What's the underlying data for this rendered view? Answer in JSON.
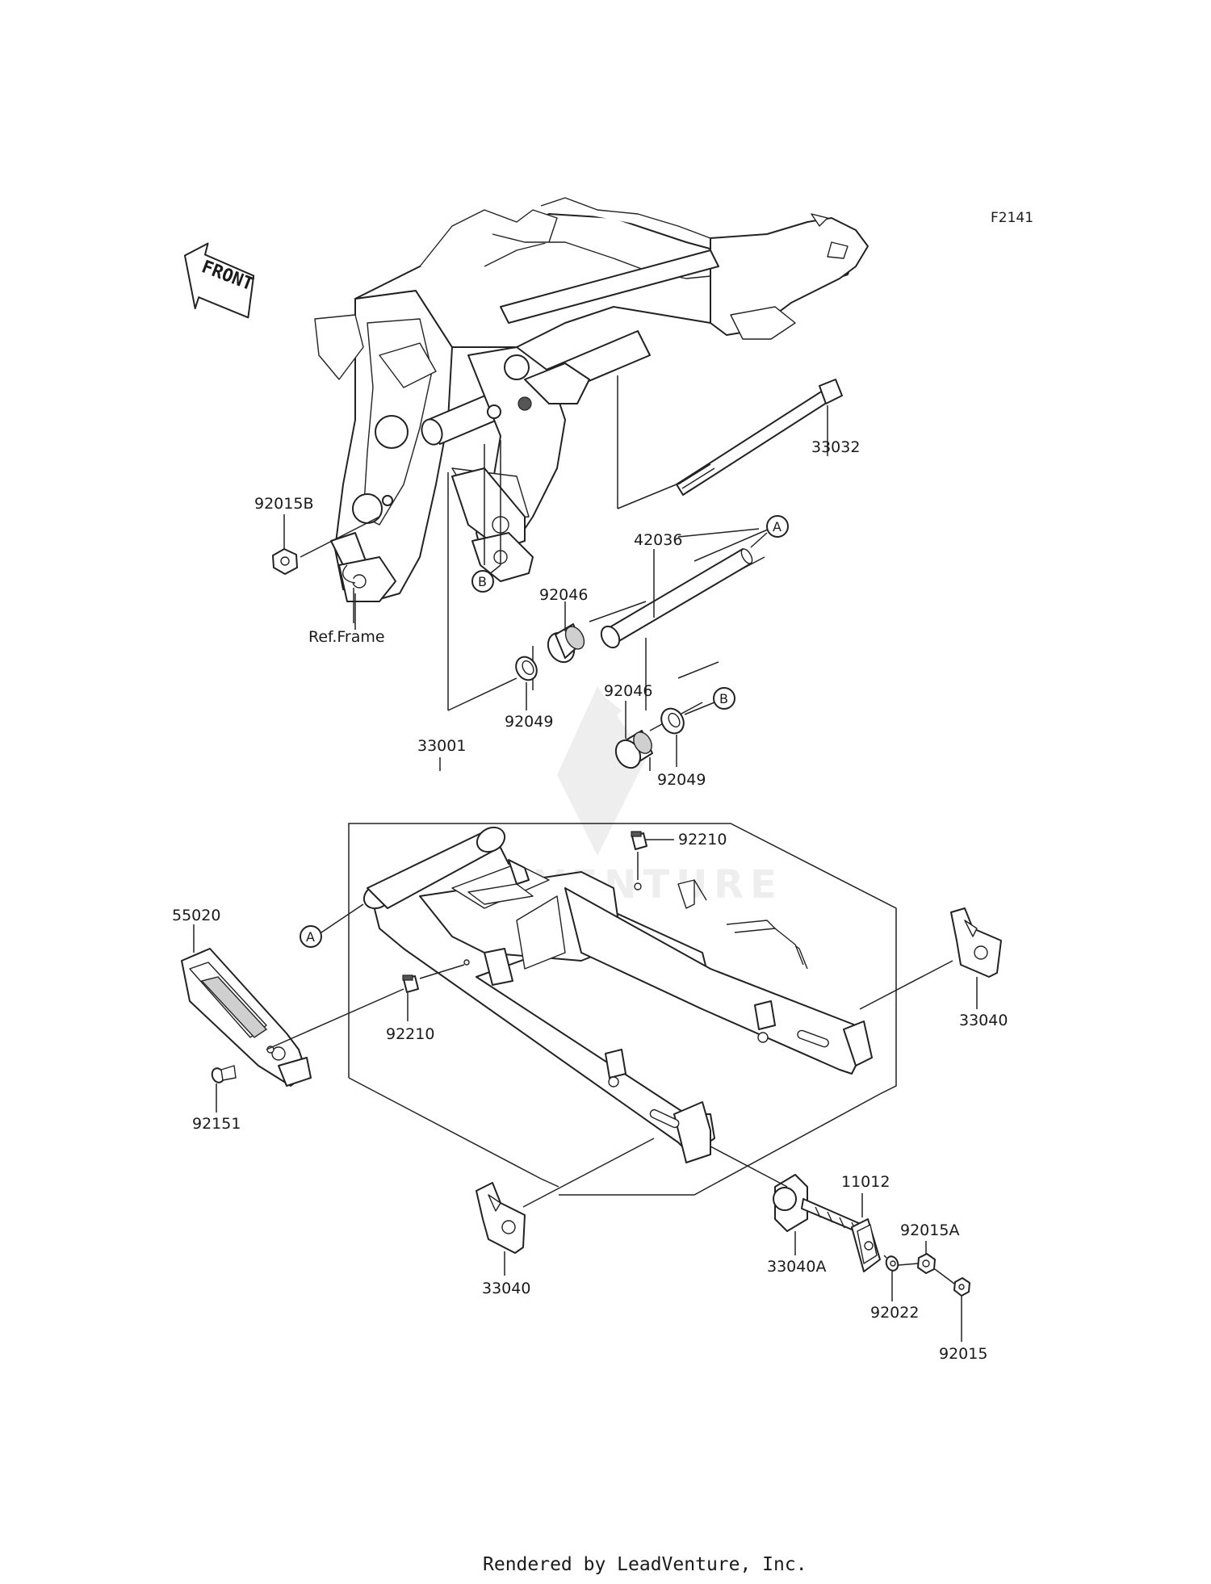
{
  "diagram_code": "F2141",
  "front_indicator": "FRONT",
  "frame_reference": "Ref.Frame",
  "watermark": "LEADVENTURE",
  "footer": "Rendered by LeadVenture, Inc.",
  "callouts": {
    "a": "A",
    "b": "B"
  },
  "parts": {
    "p33032": "33032",
    "p92015B": "92015B",
    "p42036": "42036",
    "p92046_upper": "92046",
    "p92049_upper": "92049",
    "p92046_lower": "92046",
    "p92049_lower": "92049",
    "p33001": "33001",
    "p92210_upper": "92210",
    "p92210_lower": "92210",
    "p55020": "55020",
    "p92151": "92151",
    "p33040_right": "33040",
    "p33040_left": "33040",
    "p33040A": "33040A",
    "p11012": "11012",
    "p92015A": "92015A",
    "p92022": "92022",
    "p92015": "92015"
  }
}
